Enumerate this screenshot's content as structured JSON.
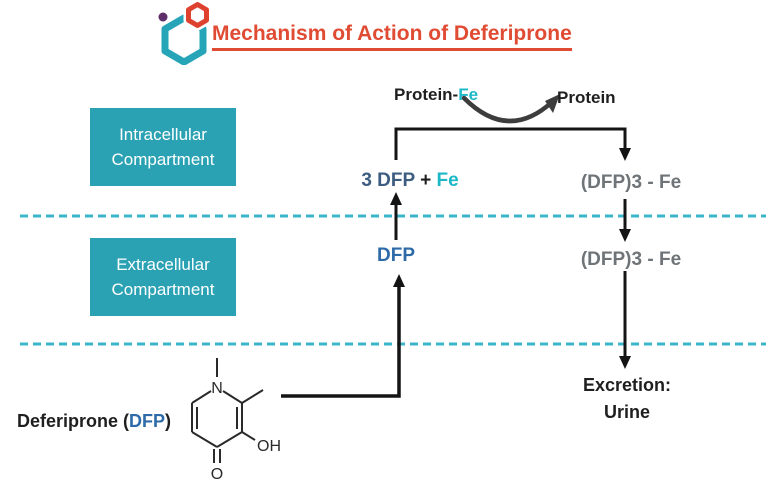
{
  "header": {
    "title": "Mechanism of Action of Deferiprone"
  },
  "logo": {
    "teal_hexagon_color": "#26a5b8",
    "red_hexagon_color": "#df412f",
    "purple_dot_color": "#5d2e68"
  },
  "compartments": {
    "box_color": "#2aa2b4",
    "divider_color": "#3ab5c9",
    "intracellular": {
      "line1": "Intracellular",
      "line2": "Compartment"
    },
    "extracellular": {
      "line1": "Extracellular",
      "line2": "Compartment"
    }
  },
  "pathway": {
    "protein_fe": {
      "protein": "Protein-",
      "fe": "Fe"
    },
    "protein": "Protein",
    "three_dfp_fe": {
      "dfp": "3 DFP",
      "plus": " + ",
      "fe": "Fe"
    },
    "complex_intracellular": "(DFP)3 - Fe",
    "dfp": "DFP",
    "complex_extracellular": "(DFP)3 - Fe",
    "excretion": {
      "line1": "Excretion:",
      "line2": "Urine"
    }
  },
  "molecule": {
    "label": {
      "prefix": "Deferiprone (",
      "dfp": "DFP",
      "suffix": ")"
    },
    "atom_n": "N",
    "atom_oh": "OH",
    "atom_o": "O"
  },
  "colors": {
    "title_red": "#e04b33",
    "fe_teal": "#1cb8c8",
    "dfp_blue": "#2d6ba8",
    "dfp_navy": "#3c5c80",
    "complex_gray": "#6e7478",
    "text_black": "#1f1f1f",
    "arrow_black": "#141414",
    "curved_arrow_gray": "#3d3d3d"
  }
}
